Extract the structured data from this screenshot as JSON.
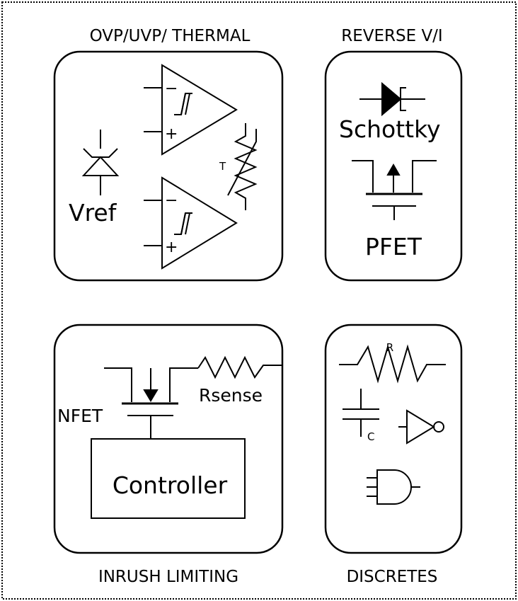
{
  "sections": {
    "ovp": {
      "title": "OVP/UVP/ THERMAL",
      "vref_label": "Vref",
      "thermistor_label": "T",
      "minus_sign": "−",
      "plus_sign": "+"
    },
    "reverse": {
      "title": "REVERSE V/I",
      "schottky_label": "Schottky",
      "pfet_label": "PFET"
    },
    "inrush": {
      "title": "INRUSH LIMITING",
      "nfet_label": "NFET",
      "rsense_label": "Rsense",
      "controller_label": "Controller"
    },
    "discretes": {
      "title": "DISCRETES",
      "resistor_label": "R",
      "capacitor_label": "C"
    }
  }
}
